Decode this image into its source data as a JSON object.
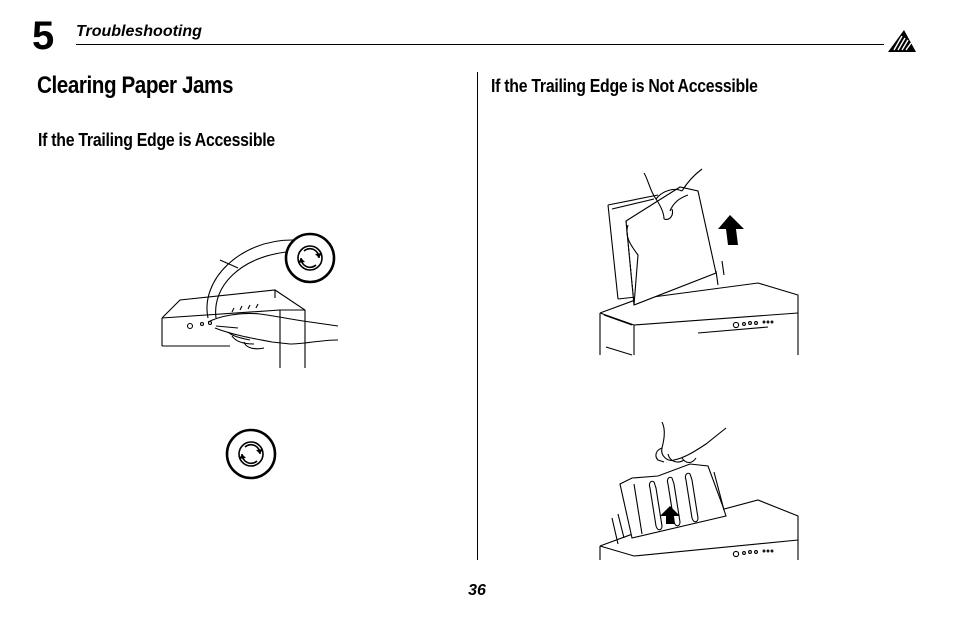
{
  "header": {
    "chapter_number": "5",
    "section": "Troubleshooting",
    "logo_icon": "printer-brand-logo"
  },
  "page": {
    "title": "Clearing Paper Jams",
    "left_heading": "If the Trailing Edge is Accessible",
    "right_heading": "If the Trailing Edge is Not Accessible",
    "number": "36"
  },
  "illustrations": [
    {
      "name": "press-resume-button",
      "icon": "hand-pressing-resume-button-icon"
    },
    {
      "name": "resume-button",
      "icon": "resume-button-icon"
    },
    {
      "name": "pull-paper-up",
      "icon": "paper-removal-arrow-up-icon"
    },
    {
      "name": "pull-sheet-feeder-up",
      "icon": "sheet-feeder-arrow-up-icon"
    }
  ]
}
